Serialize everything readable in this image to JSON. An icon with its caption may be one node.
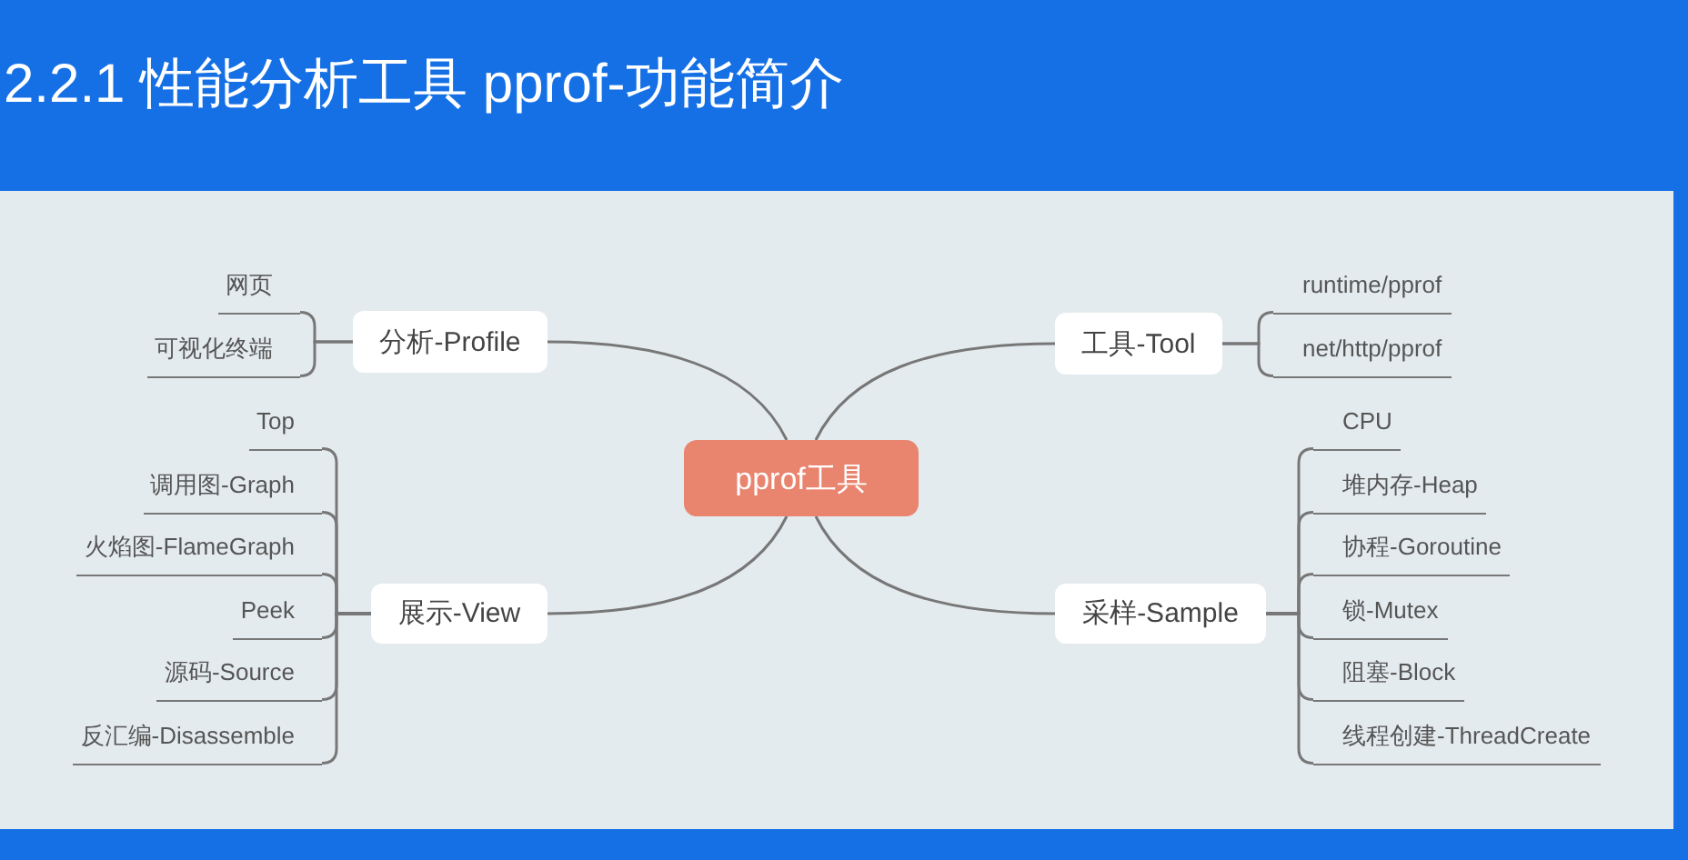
{
  "diagram": {
    "title": "2.2.1 性能分析工具 pprof-功能简介",
    "nodes": [
      {
        "text": [
          "pprof工具"
        ]
      },
      {
        "text": [
          "分析-Profile"
        ]
      },
      {
        "text": [
          "网页"
        ]
      },
      {
        "text": [
          "可视化终端"
        ]
      },
      {
        "text": [
          "工具-Tool"
        ]
      },
      {
        "text": [
          "runtime/pprof"
        ]
      },
      {
        "text": [
          "net/http/pprof"
        ]
      },
      {
        "text": [
          "展示-View"
        ]
      },
      {
        "text": [
          "Top"
        ]
      },
      {
        "text": [
          "调用图-Graph"
        ]
      },
      {
        "text": [
          "火焰图-FlameGraph"
        ]
      },
      {
        "text": [
          "Peek"
        ]
      },
      {
        "text": [
          "源码-Source"
        ]
      },
      {
        "text": [
          "反汇编-Disassemble"
        ]
      },
      {
        "text": [
          "采样-Sample"
        ]
      },
      {
        "text": [
          "CPU"
        ]
      },
      {
        "text": [
          "堆内存-Heap"
        ]
      },
      {
        "text": [
          "协程-Goroutine"
        ]
      },
      {
        "text": [
          "锁-Mutex"
        ]
      },
      {
        "text": [
          "阻塞-Block"
        ]
      },
      {
        "text": [
          "线程创建-ThreadCreate"
        ]
      }
    ],
    "edges": [
      {
        "from": 0,
        "to": 1,
        "arrow": "none"
      },
      {
        "from": 1,
        "to": 2,
        "arrow": "none"
      },
      {
        "from": 1,
        "to": 3,
        "arrow": "none"
      },
      {
        "from": 0,
        "to": 4,
        "arrow": "none"
      },
      {
        "from": 4,
        "to": 5,
        "arrow": "none"
      },
      {
        "from": 4,
        "to": 6,
        "arrow": "none"
      },
      {
        "from": 0,
        "to": 7,
        "arrow": "none"
      },
      {
        "from": 7,
        "to": 8,
        "arrow": "none"
      },
      {
        "from": 7,
        "to": 9,
        "arrow": "none"
      },
      {
        "from": 7,
        "to": 10,
        "arrow": "none"
      },
      {
        "from": 7,
        "to": 11,
        "arrow": "none"
      },
      {
        "from": 7,
        "to": 12,
        "arrow": "none"
      },
      {
        "from": 7,
        "to": 13,
        "arrow": "none"
      },
      {
        "from": 0,
        "to": 14,
        "arrow": "none"
      },
      {
        "from": 14,
        "to": 15,
        "arrow": "none"
      },
      {
        "from": 14,
        "to": 16,
        "arrow": "none"
      },
      {
        "from": 14,
        "to": 17,
        "arrow": "none"
      },
      {
        "from": 14,
        "to": 18,
        "arrow": "none"
      },
      {
        "from": 14,
        "to": 19,
        "arrow": "none"
      },
      {
        "from": 14,
        "to": 20,
        "arrow": "none"
      }
    ]
  }
}
